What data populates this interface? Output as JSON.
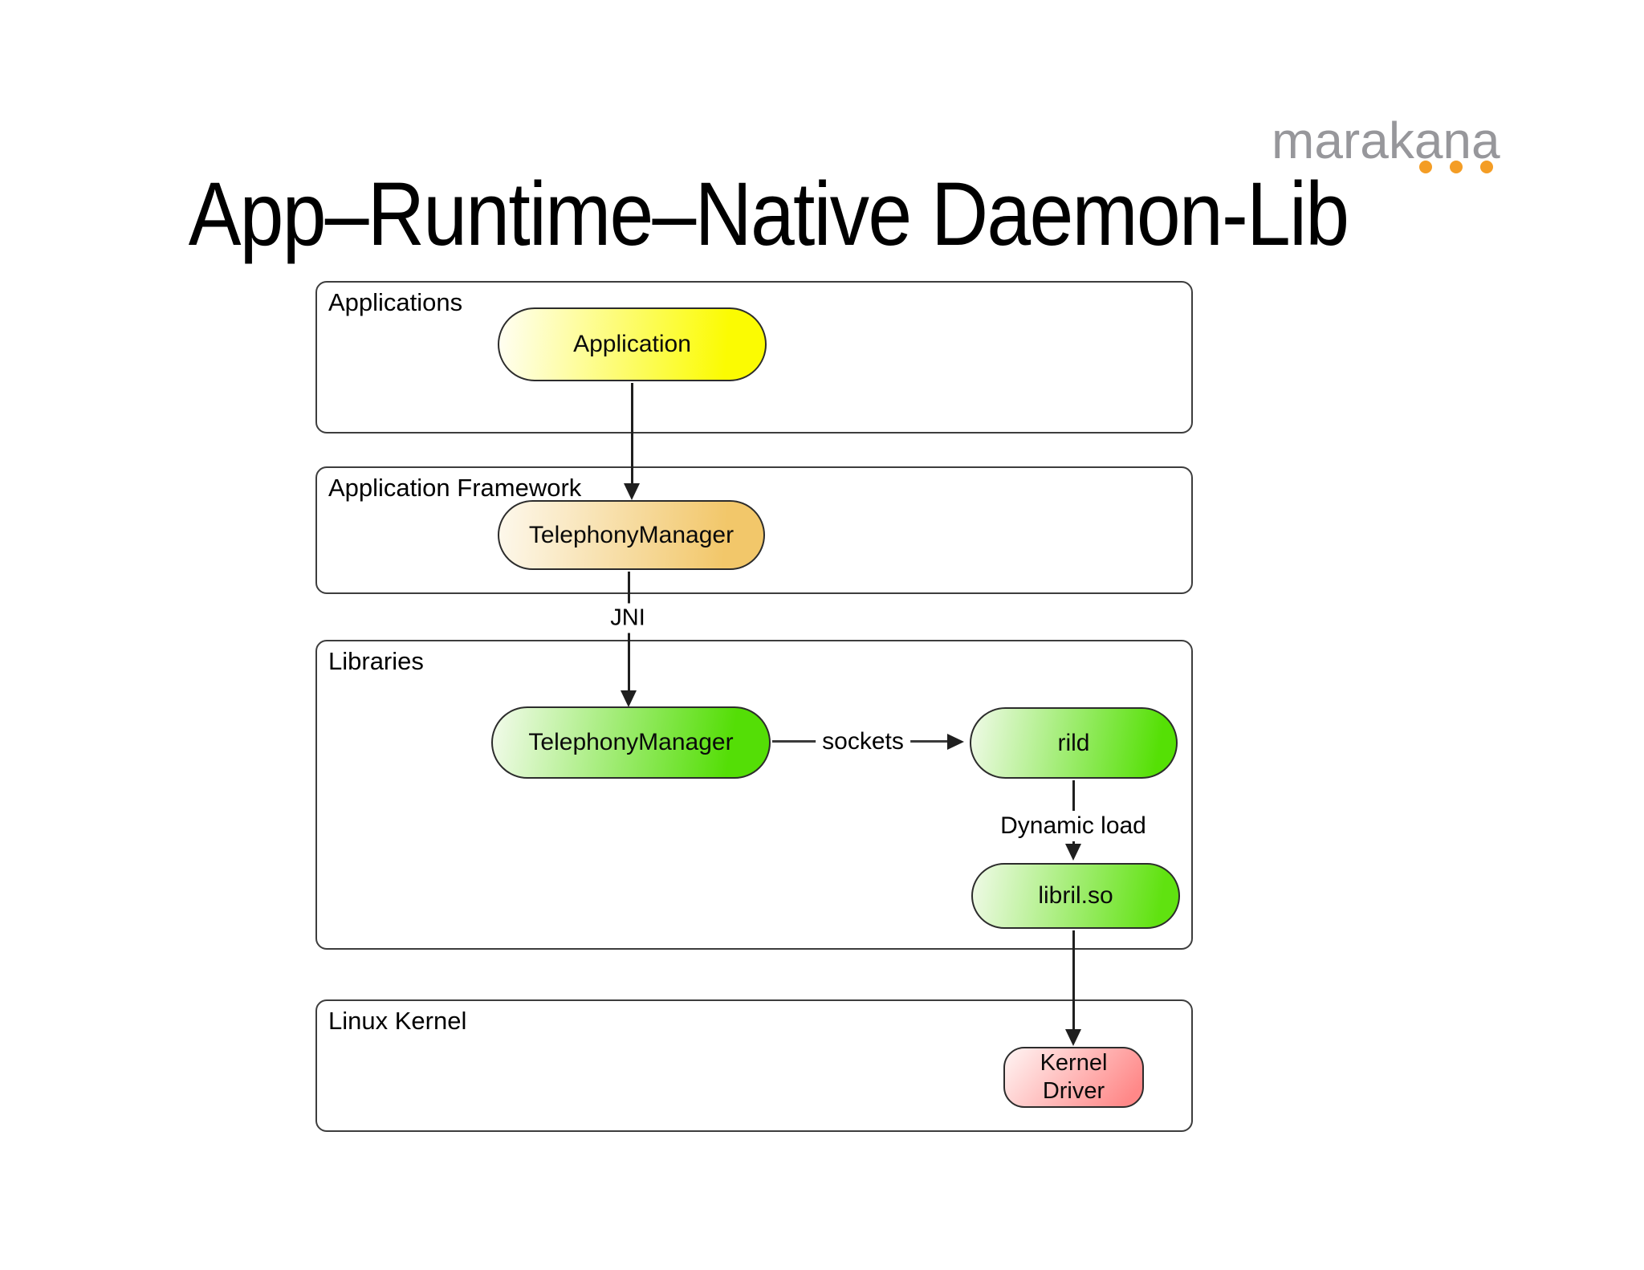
{
  "slide": {
    "title": "App–Runtime–Native Daemon-Lib",
    "background_color": "#FFFFFF"
  },
  "logo": {
    "text": "marakana",
    "text_color": "#97979B",
    "dot_color": "#F49D25",
    "dot_count": 3
  },
  "diagram": {
    "line_color": "#1F1F1F",
    "layers": [
      {
        "label": "Applications"
      },
      {
        "label": "Application Framework"
      },
      {
        "label": "Libraries"
      },
      {
        "label": "Linux Kernel"
      }
    ],
    "nodes": [
      {
        "id": "application",
        "label": "Application",
        "layer": "Applications",
        "gradient_from": "#FFFEF4",
        "gradient_to": "#FBFB02"
      },
      {
        "id": "telephony-manager-framework",
        "label": "TelephonyManager",
        "layer": "Application Framework",
        "gradient_from": "#FDF8EC",
        "gradient_to": "#F2C76A"
      },
      {
        "id": "telephony-manager-native",
        "label": "TelephonyManager",
        "layer": "Libraries",
        "gradient_from": "#F3FBEC",
        "gradient_to": "#54DE06"
      },
      {
        "id": "rild",
        "label": "rild",
        "layer": "Libraries",
        "gradient_from": "#F0FAE8",
        "gradient_to": "#55E005"
      },
      {
        "id": "libril-so",
        "label": "libril.so",
        "layer": "Libraries",
        "gradient_from": "#F0FAE8",
        "gradient_to": "#60E210"
      },
      {
        "id": "kernel-driver",
        "label": "Kernel Driver",
        "layer": "Linux Kernel",
        "gradient_from": "#FFF5F4",
        "gradient_to": "#FF8888"
      }
    ],
    "edges": [
      {
        "from": "application",
        "to": "telephony-manager-framework",
        "label": ""
      },
      {
        "from": "telephony-manager-framework",
        "to": "telephony-manager-native",
        "label": "JNI"
      },
      {
        "from": "telephony-manager-native",
        "to": "rild",
        "label": "sockets"
      },
      {
        "from": "rild",
        "to": "libril-so",
        "label": "Dynamic load"
      },
      {
        "from": "libril-so",
        "to": "kernel-driver",
        "label": ""
      }
    ]
  }
}
